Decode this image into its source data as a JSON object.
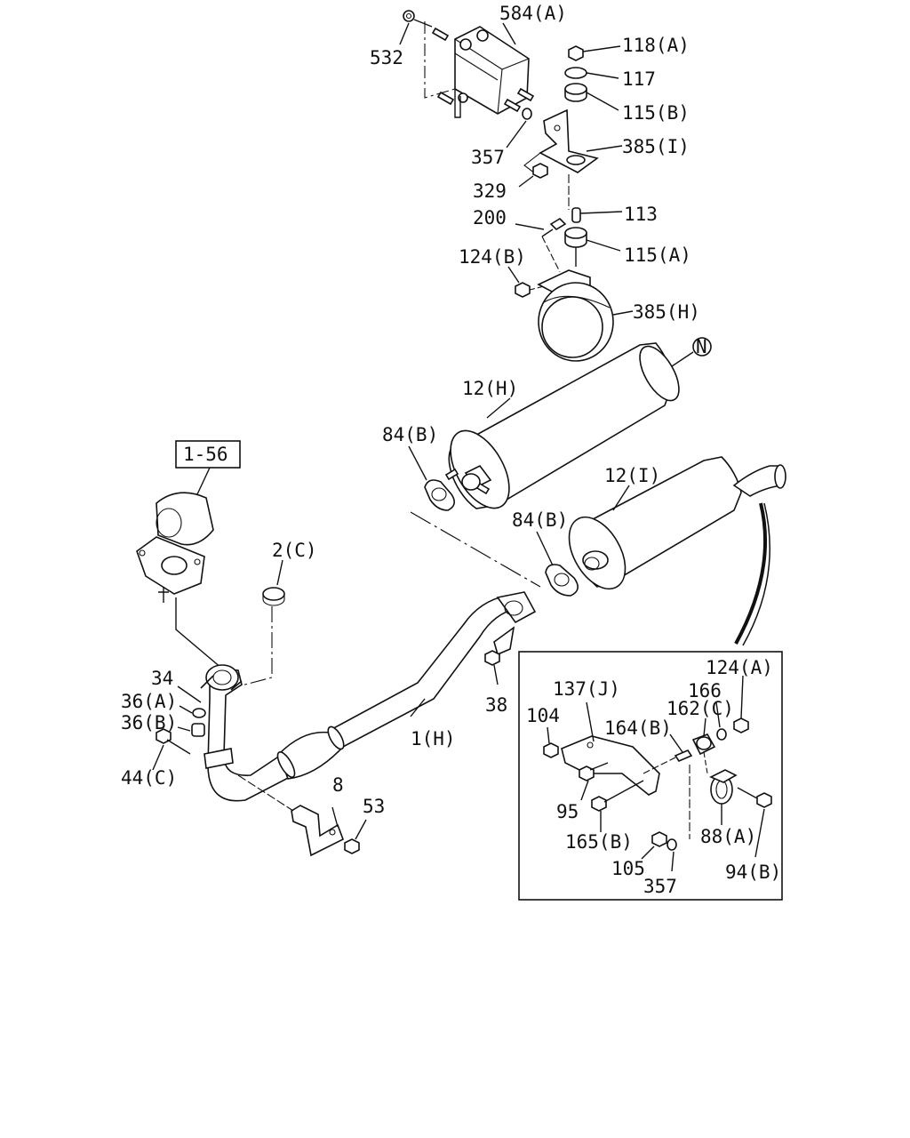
{
  "labels": {
    "l584a": "584(A)",
    "l532": "532",
    "l118a": "118(A)",
    "l117": "117",
    "l115b": "115(B)",
    "l385i": "385(I)",
    "l357top": "357",
    "l329": "329",
    "l200": "200",
    "l113": "113",
    "l124b": "124(B)",
    "l115a": "115(A)",
    "l385h": "385(H)",
    "lN": "N",
    "l12h": "12(H)",
    "l84b1": "84(B)",
    "l12i": "12(I)",
    "l84b2": "84(B)",
    "l156": "1-56",
    "l2c": "2(C)",
    "l34": "34",
    "l36a": "36(A)",
    "l36b": "36(B)",
    "l44c": "44(C)",
    "l38": "38",
    "l1h": "1(H)",
    "l8": "8",
    "l53": "53",
    "l137j": "137(J)",
    "l104": "104",
    "l164b": "164(B)",
    "l162c": "162(C)",
    "l166": "166",
    "l124a": "124(A)",
    "l95": "95",
    "l165b": "165(B)",
    "l88a": "88(A)",
    "l94b": "94(B)",
    "l105": "105",
    "l357bot": "357"
  }
}
